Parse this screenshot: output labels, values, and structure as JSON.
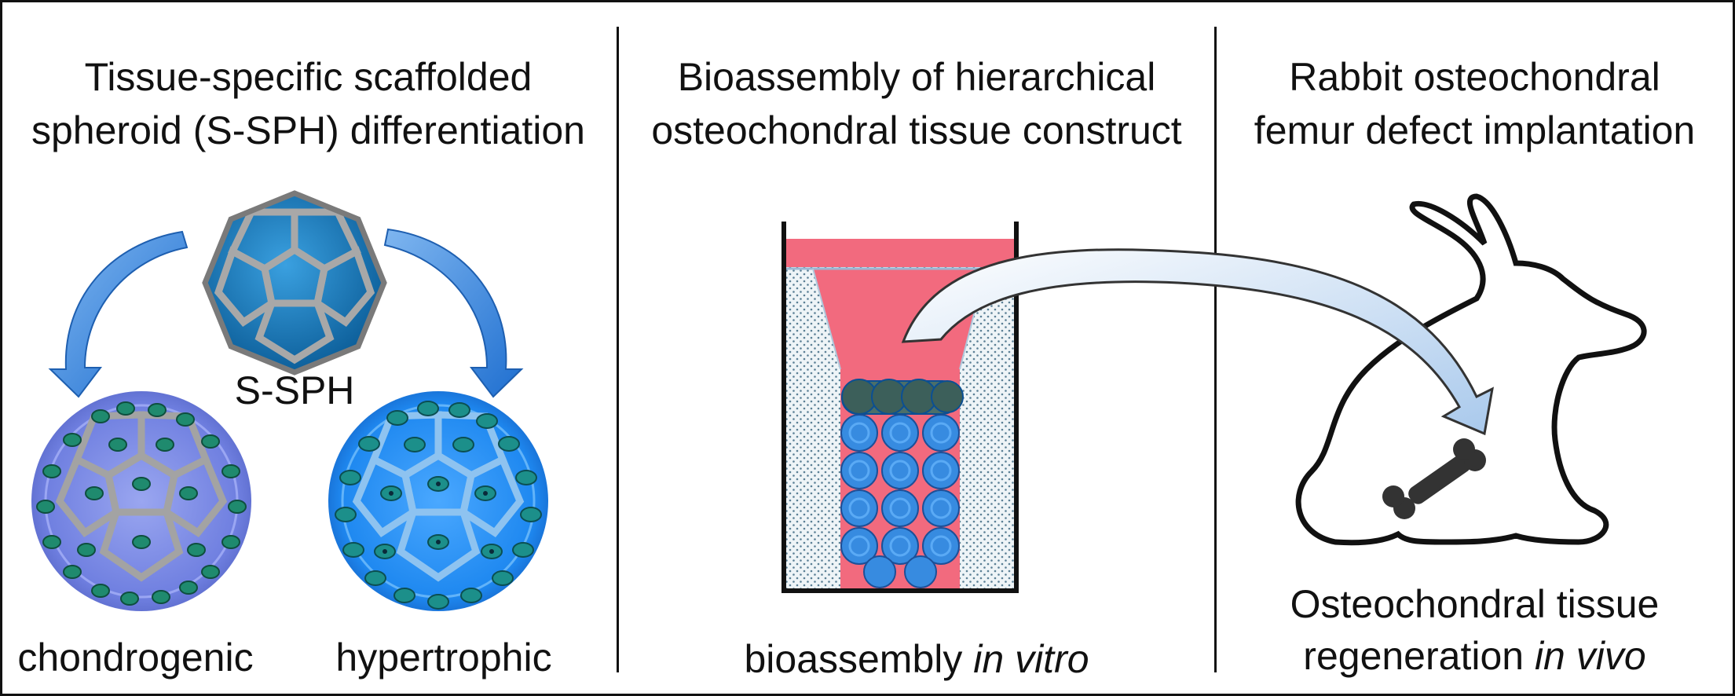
{
  "panels": [
    {
      "title_line1": "Tissue-specific scaffolded",
      "title_line2": "spheroid (S-SPH) differentiation",
      "center_label": "S-SPH",
      "left_label": "chondrogenic",
      "right_label": "hypertrophic"
    },
    {
      "title_line1": "Bioassembly of hierarchical",
      "title_line2": "osteochondral tissue construct",
      "bottom_label_plain": "bioassembly ",
      "bottom_label_italic": "in vitro"
    },
    {
      "title_line1": "Rabbit osteochondral",
      "title_line2": "femur defect implantation",
      "bottom_line1": "Osteochondral tissue",
      "bottom_line2_plain": "regeneration ",
      "bottom_line2_italic": "in vivo"
    }
  ],
  "colors": {
    "arrow_blue": "#2f7fd6",
    "medium_pink": "#f26a7e",
    "chondro_blue": "#8a96e8",
    "hyper_blue": "#1e90ff",
    "cell_green": "#1f8a6e",
    "scaffold_gray": "#9a9a9a"
  }
}
